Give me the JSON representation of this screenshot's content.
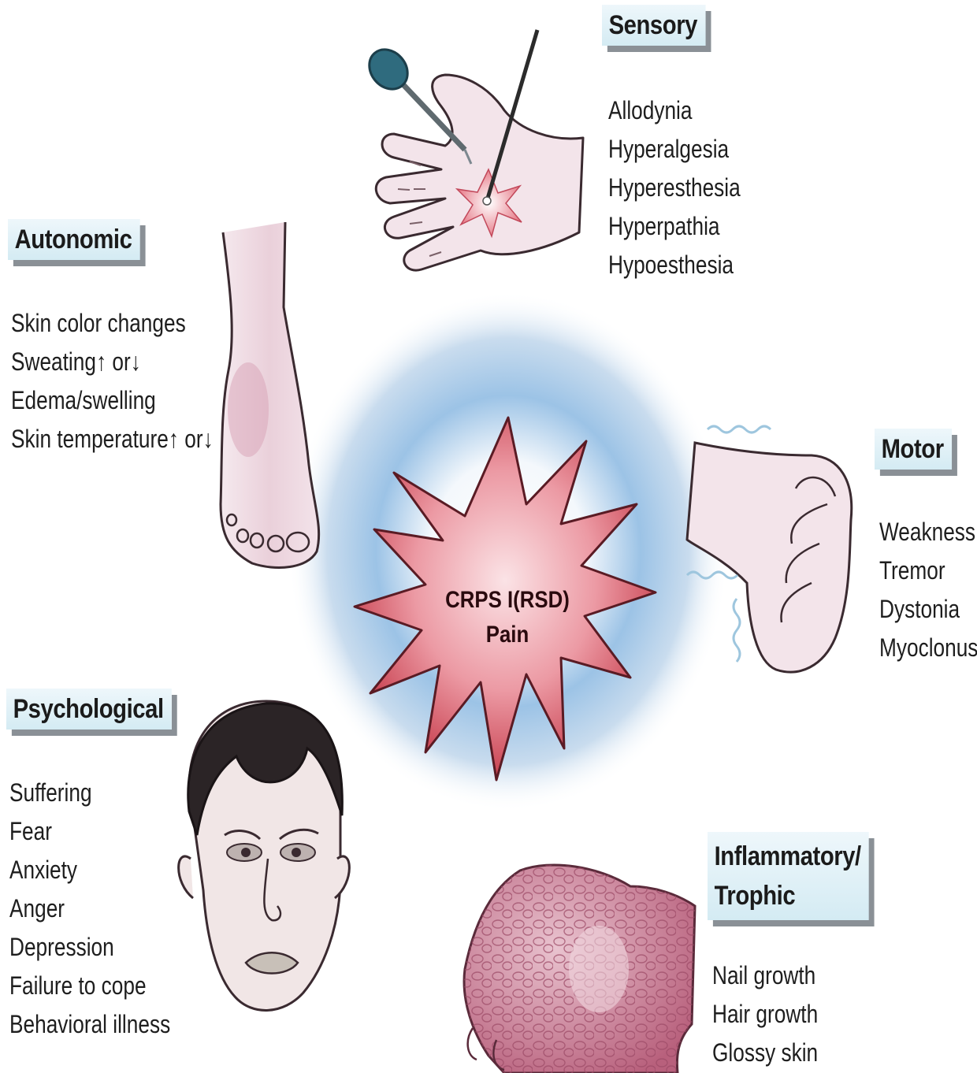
{
  "center": {
    "line1": "CRPS I(RSD)",
    "line2": "Pain"
  },
  "categories": {
    "sensory": {
      "title": "Sensory",
      "items": [
        "Allodynia",
        "Hyperalgesia",
        "Hyperesthesia",
        "Hyperpathia",
        "Hypoesthesia"
      ]
    },
    "autonomic": {
      "title": "Autonomic",
      "items": [
        "Skin color changes",
        "Sweating↑ or↓",
        "Edema/swelling",
        "Skin temperature↑ or↓"
      ]
    },
    "motor": {
      "title": "Motor",
      "items": [
        "Weakness",
        "Tremor",
        "Dystonia",
        "Myoclonus"
      ]
    },
    "psychological": {
      "title": "Psychological",
      "items": [
        "Suffering",
        "Fear",
        "Anxiety",
        "Anger",
        "Depression",
        "Failure to cope",
        "Behavioral illness"
      ]
    },
    "inflammatory": {
      "title_line1": "Inflammatory/",
      "title_line2": "Trophic",
      "items": [
        "Nail growth",
        "Hair growth",
        "Glossy skin"
      ]
    }
  },
  "colors": {
    "header_shadow": "#8a9096",
    "header_fill": "#d4ebf3",
    "burst_fill": "#d9606e",
    "glow": "#7fb2dc",
    "skin": "#f3e4ea"
  }
}
